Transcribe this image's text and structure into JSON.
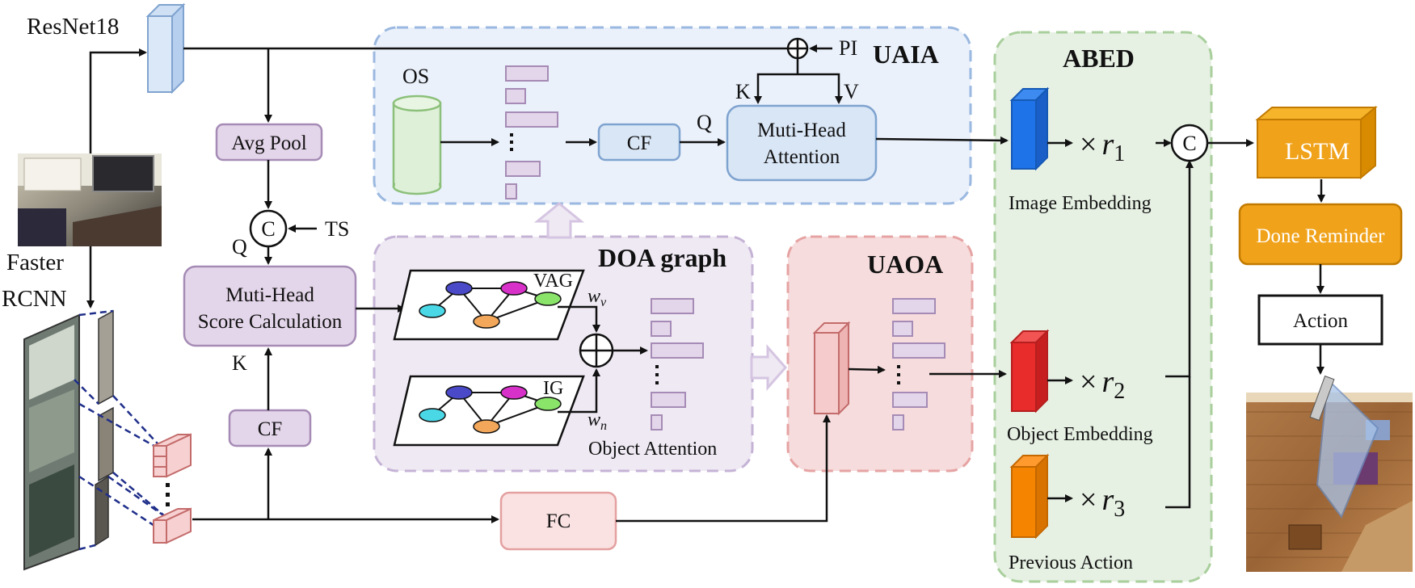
{
  "inputs": {
    "resnet": "ResNet18",
    "faster_rcnn_1": "Faster",
    "faster_rcnn_2": "RCNN"
  },
  "left": {
    "avg_pool": "Avg Pool",
    "concat": "C",
    "ts": "TS",
    "q": "Q",
    "k": "K",
    "score_1": "Muti-Head",
    "score_2": "Score Calculation",
    "cf": "CF",
    "fc": "FC"
  },
  "uaia": {
    "title": "UAIA",
    "os": "OS",
    "cf": "CF",
    "q": "Q",
    "k": "K",
    "v": "V",
    "pi": "PI",
    "att_1": "Muti-Head",
    "att_2": "Attention"
  },
  "doa": {
    "title": "DOA graph",
    "vag": "VAG",
    "ig": "IG",
    "wv": "w",
    "wv_sub": "v",
    "wn": "w",
    "wn_sub": "n",
    "object_attention": "Object Attention"
  },
  "uaoa": {
    "title": "UAOA"
  },
  "abed": {
    "title": "ABED",
    "image_embedding": "Image Embedding",
    "object_embedding": "Object Embedding",
    "previous_action": "Previous Action",
    "times": "×",
    "r": "r",
    "r1": "1",
    "r2": "2",
    "r3": "3",
    "concat": "C"
  },
  "right": {
    "lstm": "LSTM",
    "done_reminder": "Done Reminder",
    "action": "Action"
  },
  "colors": {
    "uaia_bg": "#eaf1fb",
    "uaia_border": "#9bb8e0",
    "doa_bg": "#efe9f3",
    "doa_border": "#c5b3d6",
    "uaoa_bg": "#f6dcdc",
    "uaoa_border": "#e6a3a3",
    "abed_bg": "#e6f0e3",
    "abed_border": "#a9cf9c",
    "purple_box": "#e4d6ea",
    "purple_border": "#a58bb5",
    "orange": "#f0a21a"
  }
}
